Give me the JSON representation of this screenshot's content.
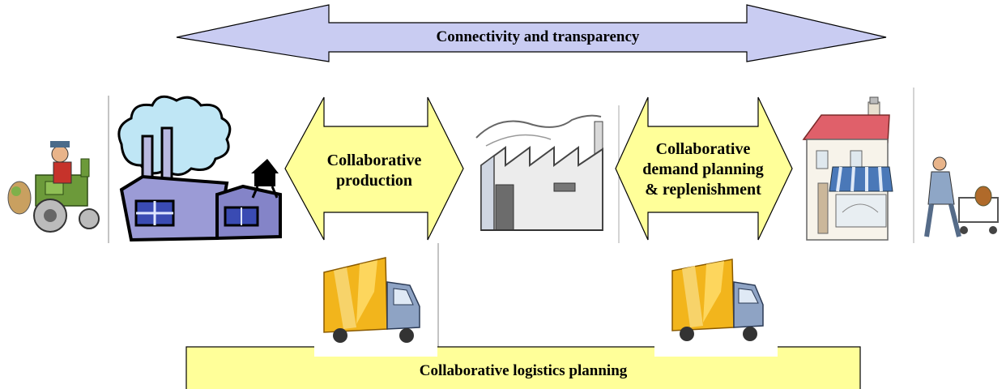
{
  "top_arrow": {
    "label": "Connectivity and transparency",
    "fill": "#c9ccf2"
  },
  "left_arrow": {
    "line1": "Collaborative",
    "line2": "production",
    "fill": "#ffff99"
  },
  "right_arrow": {
    "line1": "Collaborative",
    "line2": "demand planning",
    "line3": "& replenishment",
    "fill": "#ffff99"
  },
  "bottom_bar": {
    "label": "Collaborative logistics planning",
    "fill": "#ffff99"
  },
  "illustrations": [
    "farmer-on-tractor",
    "factory-clipart",
    "industrial-plant",
    "retail-store",
    "shopper-with-cart",
    "delivery-truck",
    "delivery-truck"
  ]
}
